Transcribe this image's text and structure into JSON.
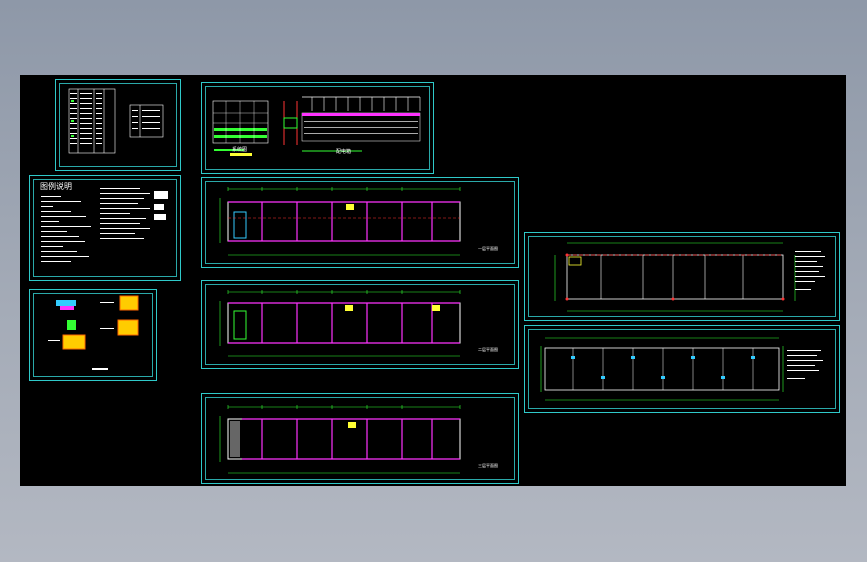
{
  "sheets": {
    "legend_title": "图例说明",
    "system_title": "系统图",
    "distribution_title": "配电箱",
    "floor_plan_1": "一层平面图",
    "floor_plan_2": "二层平面图",
    "floor_plan_3": "三层平面图"
  },
  "colors": {
    "background": "#000000",
    "frame": "#2fc9c9",
    "wall": "#ff33ff",
    "line": "#ffffff",
    "dimension": "#33ff33",
    "accent": "#ffff33",
    "grid_red": "#ff3333",
    "window_bg_top": "#8e98a8"
  }
}
